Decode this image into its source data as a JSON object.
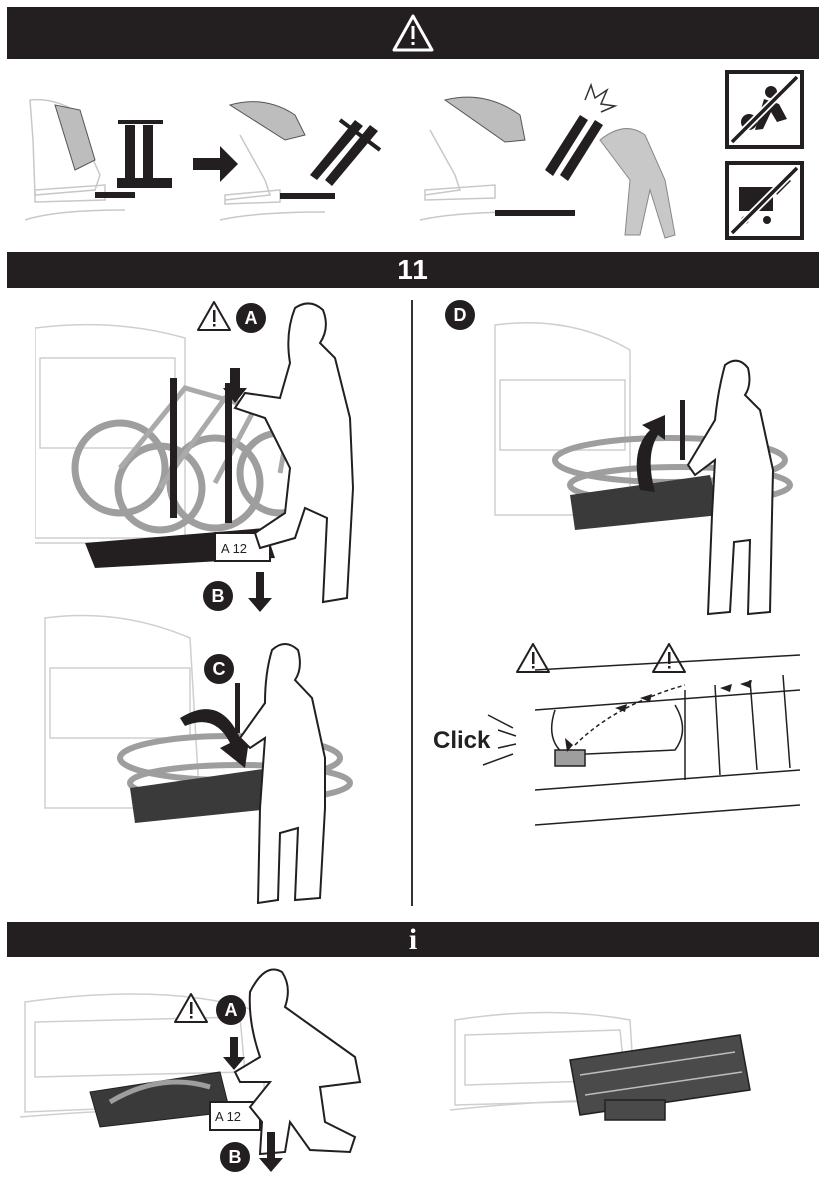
{
  "sections": {
    "warning_header": {
      "icon": "warning-triangle-icon"
    },
    "step_header": {
      "label": "11"
    },
    "info_header": {
      "label": "i",
      "icon": "info-icon"
    }
  },
  "step_labels": {
    "a": "A",
    "b": "B",
    "c": "C",
    "d": "D"
  },
  "plates": {
    "plate_top": "A 12",
    "plate_bottom": "A 12"
  },
  "click_label": "Click",
  "prohibitions": [
    {
      "icon": "no-children-playing-icon"
    },
    {
      "icon": "no-shopping-cart-icon"
    }
  ],
  "colors": {
    "header_bg": "#231f20",
    "header_text": "#ffffff",
    "line": "#222222",
    "gray_fill": "#bdbdbd",
    "light_line": "#c8c8c8"
  }
}
